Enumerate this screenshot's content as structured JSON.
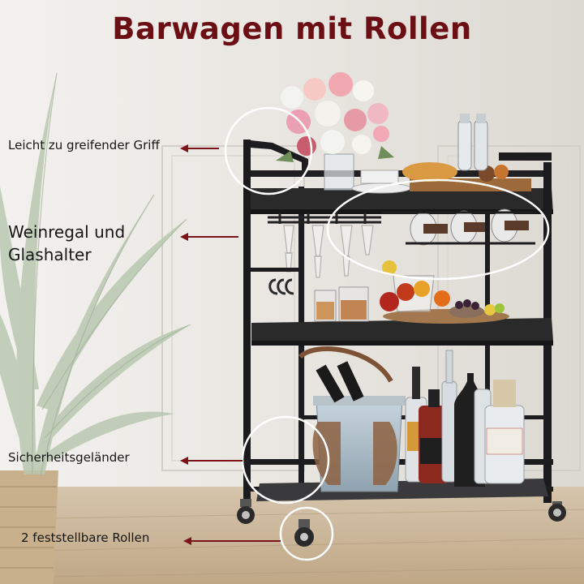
{
  "title": "Barwagen mit Rollen",
  "colors": {
    "title": "#6b0f14",
    "arrow": "#7a1418",
    "frame": "#1d1d1f",
    "shelf": "#2a2a2b",
    "wall": "#ece9e4",
    "floor": "#c9b59a"
  },
  "callouts": {
    "handle": "Leicht zu greifender Griff",
    "wine_rack_line1": "Weinregal und",
    "wine_rack_line2": "Glashalter",
    "railing": "Sicherheitsgeländer",
    "wheels": "2 feststellbare Rollen"
  }
}
